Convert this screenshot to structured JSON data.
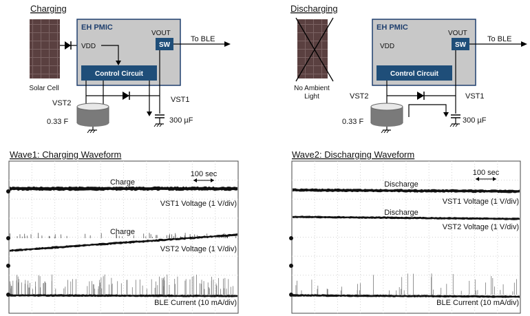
{
  "charging": {
    "title": "Charging",
    "pmic_title": "EH PMIC",
    "vdd": "VDD",
    "vout": "VOUT",
    "sw": "SW",
    "to_ble": "To BLE",
    "control": "Control Circuit",
    "vst1": "VST1",
    "vst2": "VST2",
    "source_label": "Solar Cell",
    "cap_big": "0.33 F",
    "cap_small": "300 µF"
  },
  "discharging": {
    "title": "Discharging",
    "pmic_title": "EH PMIC",
    "vdd": "VDD",
    "vout": "VOUT",
    "sw": "SW",
    "to_ble": "To BLE",
    "control": "Control Circuit",
    "vst1": "VST1",
    "vst2": "VST2",
    "source_label_1": "No Ambient",
    "source_label_2": "Light",
    "cap_big": "0.33 F",
    "cap_small": "300 µF"
  },
  "wave1": {
    "title": "Wave1: Charging Waveform",
    "scale": "100 sec",
    "tag1": "Charge",
    "trace1": "VST1 Voltage (1 V/div)",
    "tag2": "Charge",
    "trace2": "VST2 Voltage (1 V/div)",
    "trace3": "BLE Current (10 mA/div)"
  },
  "wave2": {
    "title": "Wave2: Discharging Waveform",
    "scale": "100 sec",
    "tag1": "Discharge",
    "trace1": "VST1 Voltage (1 V/div)",
    "tag2": "Discharge",
    "trace2": "VST2 Voltage (1 V/div)",
    "trace3": "BLE Current (10 mA/div)"
  },
  "colors": {
    "pmic_fill": "#c8c8c8",
    "pmic_border": "#1f3f6e",
    "block_fill": "#1f4e79",
    "solar": "#5a4040",
    "grid": "#cccccc"
  }
}
